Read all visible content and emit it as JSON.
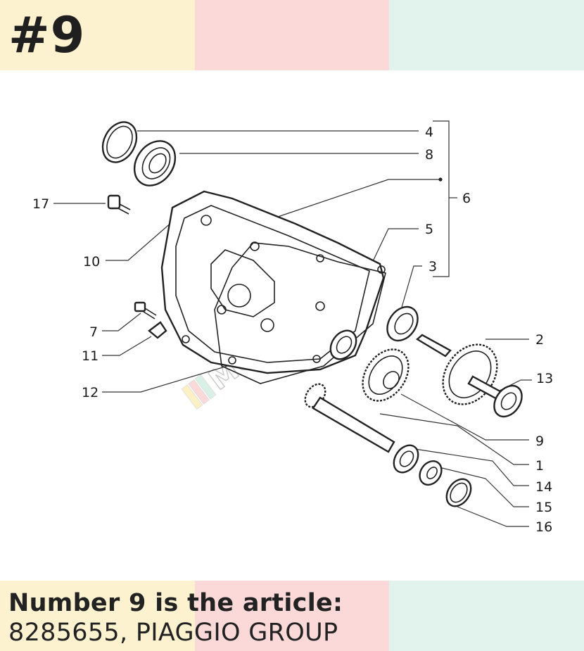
{
  "header": {
    "number_tag": "#9"
  },
  "colors": {
    "band_yellow": "#fdf2cf",
    "band_pink": "#fbd9d8",
    "band_mint": "#e1f3ec",
    "text_dark": "#1f1f1f"
  },
  "diagram": {
    "callouts": [
      "4",
      "8",
      "6",
      "17",
      "10",
      "5",
      "3",
      "2",
      "7",
      "11",
      "13",
      "12",
      "9",
      "1",
      "14",
      "15",
      "16"
    ]
  },
  "caption": {
    "line1": "Number 9 is the article:",
    "line2": "8285655, PIAGGIO GROUP"
  }
}
